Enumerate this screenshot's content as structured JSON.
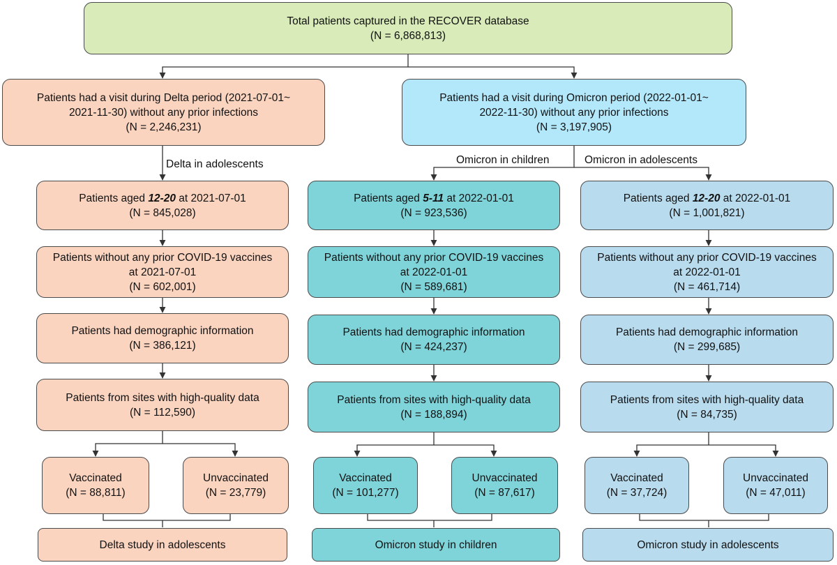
{
  "root": {
    "line1": "Total patients captured in the RECOVER database",
    "count": "(N = 6,868,813)"
  },
  "delta_top": {
    "line1": "Patients had a visit during Delta period (2021-07-01~",
    "line2": "2021-11-30) without any prior infections",
    "count": "(N = 2,246,231)"
  },
  "omicron_top": {
    "line1": "Patients had a visit during Omicron period (2022-01-01~",
    "line2": "2022-11-30) without any prior infections",
    "count": "(N = 3,197,905)"
  },
  "labels": {
    "delta_adolescents": "Delta in adolescents",
    "omicron_children": "Omicron in children",
    "omicron_adolescents": "Omicron in adolescents"
  },
  "delta": {
    "age": {
      "pre": "Patients aged ",
      "ages": "12-20",
      "post": " at 2021-07-01",
      "count": "(N = 845,028)"
    },
    "novax": {
      "line1": "Patients without any prior COVID-19 vaccines",
      "line2": "at 2021-07-01",
      "count": "(N = 602,001)"
    },
    "demo": {
      "line1": "Patients had demographic information",
      "count": "(N = 386,121)"
    },
    "sites": {
      "line1": "Patients from sites with high-quality data",
      "count": "(N = 112,590)"
    },
    "vacc": {
      "label": "Vaccinated",
      "count": "(N = 88,811)"
    },
    "unvacc": {
      "label": "Unvaccinated",
      "count": "(N = 23,779)"
    },
    "study": "Delta study in adolescents"
  },
  "omicron_children": {
    "age": {
      "pre": "Patients aged ",
      "ages": "5-11",
      "post": " at 2022-01-01",
      "count": "(N = 923,536)"
    },
    "novax": {
      "line1": "Patients without any prior COVID-19 vaccines",
      "line2": "at 2022-01-01",
      "count": "(N = 589,681)"
    },
    "demo": {
      "line1": "Patients had demographic information",
      "count": "(N = 424,237)"
    },
    "sites": {
      "line1": "Patients from sites with high-quality data",
      "count": "(N = 188,894)"
    },
    "vacc": {
      "label": "Vaccinated",
      "count": "(N = 101,277)"
    },
    "unvacc": {
      "label": "Unvaccinated",
      "count": "(N = 87,617)"
    },
    "study": "Omicron study in children"
  },
  "omicron_adolescents": {
    "age": {
      "pre": "Patients aged ",
      "ages": "12-20",
      "post": " at 2022-01-01",
      "count": "(N = 1,001,821)"
    },
    "novax": {
      "line1": "Patients without any prior COVID-19 vaccines",
      "line2": "at 2022-01-01",
      "count": "(N = 461,714)"
    },
    "demo": {
      "line1": "Patients had demographic information",
      "count": "(N = 299,685)"
    },
    "sites": {
      "line1": "Patients from sites with high-quality data",
      "count": "(N = 84,735)"
    },
    "vacc": {
      "label": "Vaccinated",
      "count": "(N = 37,724)"
    },
    "unvacc": {
      "label": "Unvaccinated",
      "count": "(N = 47,011)"
    },
    "study": "Omicron study in adolescents"
  },
  "colors": {
    "root": "#d9ebb9",
    "delta": "#fbd4c0",
    "omicron_top": "#b3e8fb",
    "omicron_children": "#7fd4d9",
    "omicron_adolescents": "#b8dbee"
  }
}
